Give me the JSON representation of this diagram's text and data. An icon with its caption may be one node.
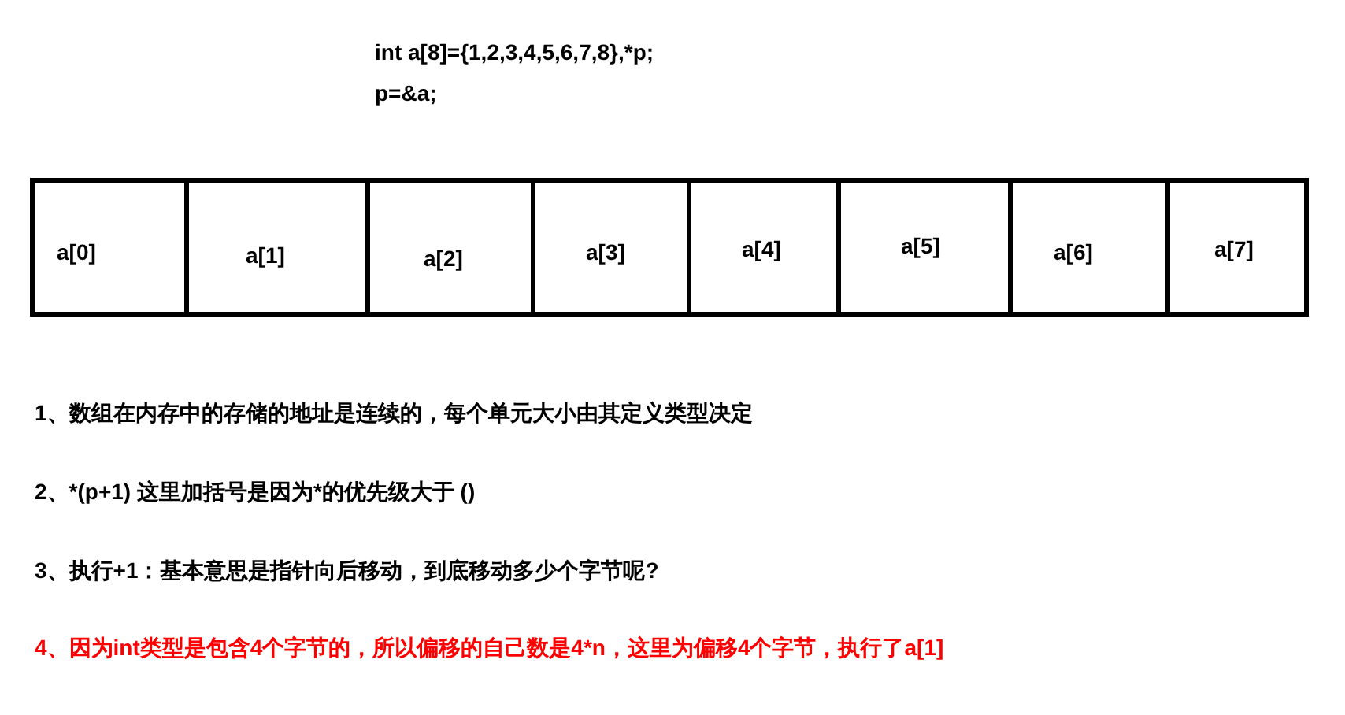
{
  "diagram": {
    "nodes": [
      {
        "text": [
          "a[0]"
        ]
      },
      {
        "text": [
          "a[1]"
        ]
      },
      {
        "text": [
          "a[2]"
        ]
      },
      {
        "text": [
          "a[3]"
        ]
      },
      {
        "text": [
          "a[4]"
        ]
      },
      {
        "text": [
          "a[5]"
        ]
      },
      {
        "text": [
          "a[6]"
        ]
      },
      {
        "text": [
          "a[7]"
        ]
      }
    ],
    "labels": [
      "int a[8]={1,2,3,4,5,6,7,8},*p;",
      "p=&a;",
      "1、数组在内存中的存储的地址是连续的，每个单元大小由其定义类型决定",
      "2、*(p+1)  这里加括号是因为*的优先级大于  ()",
      "3、执行+1：基本意思是指针向后移动，到底移动多少个字节呢?",
      "4、因为int类型是包含4个字节的，所以偏移的自己数是4*n，这里为偏移4个字节，执行了a[1]"
    ]
  }
}
